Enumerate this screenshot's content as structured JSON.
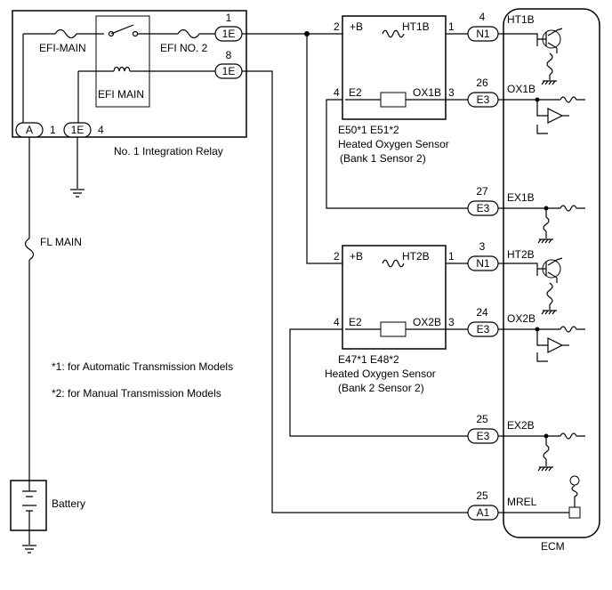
{
  "relay": {
    "efi_main_fuse": "EFI-MAIN",
    "efi_no2_fuse": "EFI NO. 2",
    "efi_main_relay": "EFI MAIN",
    "name": "No. 1 Integration Relay",
    "pin_1": "1",
    "pin_8": "8",
    "conn_1e_top": "1E",
    "conn_1e_mid": "1E",
    "conn_a": "A",
    "conn_a_pin": "1",
    "conn_1e_bottom": "1E",
    "conn_1e_bottom_pin": "4"
  },
  "fl_main": "FL MAIN",
  "battery": "Battery",
  "notes": {
    "n1": "*1: for Automatic Transmission Models",
    "n2": "*2: for Manual Transmission Models"
  },
  "sensor1": {
    "pin_b": "2",
    "label_b": "+B",
    "label_ht": "HT1B",
    "pin_ht": "1",
    "pin_e2": "4",
    "label_e2": "E2",
    "label_ox": "OX1B",
    "pin_ox": "3",
    "codes": "E50*1  E51*2",
    "name_line1": "Heated Oxygen Sensor",
    "name_line2": "(Bank 1 Sensor 2)"
  },
  "sensor2": {
    "pin_b": "2",
    "label_b": "+B",
    "label_ht": "HT2B",
    "pin_ht": "1",
    "pin_e2": "4",
    "label_e2": "E2",
    "label_ox": "OX2B",
    "pin_ox": "3",
    "codes": "E47*1  E48*2",
    "name_line1": "Heated Oxygen Sensor",
    "name_line2": "(Bank 2 Sensor 2)"
  },
  "ecm": {
    "name": "ECM",
    "signals": [
      {
        "pin": "4",
        "conn": "N1",
        "label": "HT1B"
      },
      {
        "pin": "26",
        "conn": "E3",
        "label": "OX1B"
      },
      {
        "pin": "27",
        "conn": "E3",
        "label": "EX1B"
      },
      {
        "pin": "3",
        "conn": "N1",
        "label": "HT2B"
      },
      {
        "pin": "24",
        "conn": "E3",
        "label": "OX2B"
      },
      {
        "pin": "25",
        "conn": "E3",
        "label": "EX2B"
      },
      {
        "pin": "25",
        "conn": "A1",
        "label": "MREL"
      }
    ]
  }
}
